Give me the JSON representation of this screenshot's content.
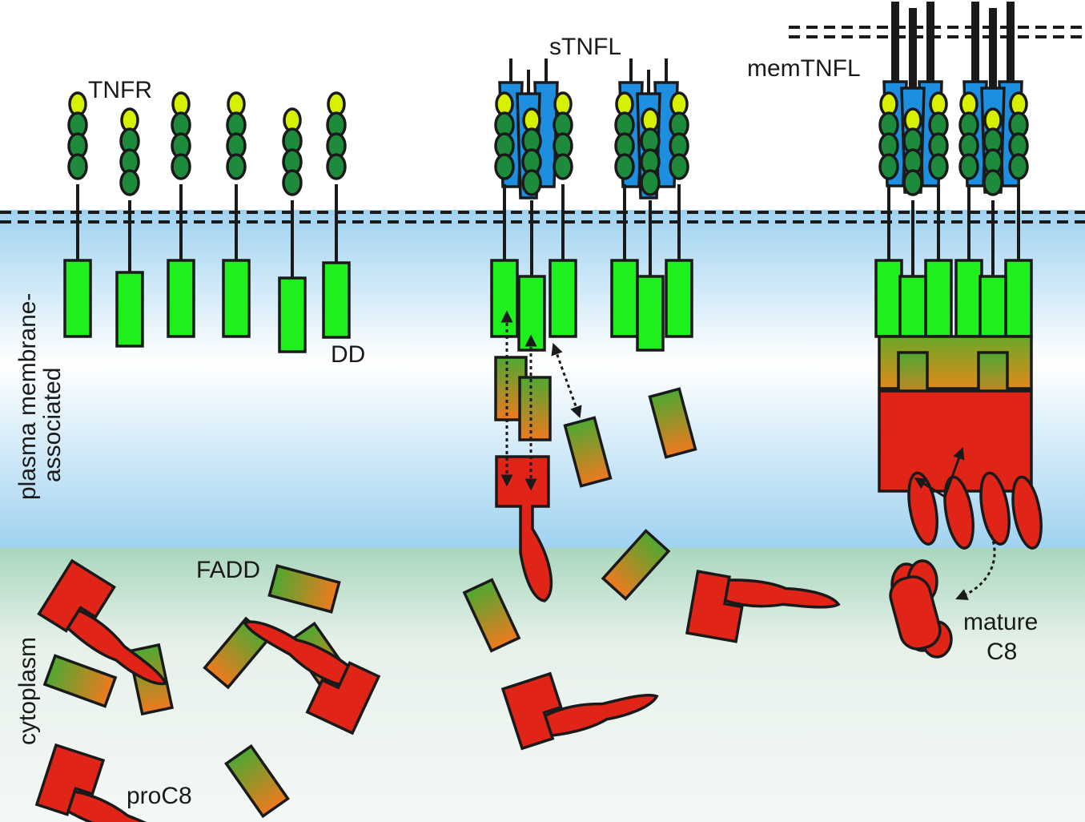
{
  "labels": {
    "tnfr": "TNFR",
    "stnfl": "sTNFL",
    "memtnfl": "memTNFL",
    "dd": "DD",
    "fadd": "FADD",
    "proc8": "proC8",
    "mature_line1": "mature",
    "mature_line2": "C8",
    "region_membrane_line1": "plasma membrane-",
    "region_membrane_line2": "associated",
    "region_cytoplasm": "cytoplasm"
  },
  "colors": {
    "outline": "#1a1a1a",
    "ecd_light": "#d6f000",
    "ecd_dark": "#1e8a3c",
    "death_domain": "#1ef01e",
    "ligand": "#1e8fe0",
    "fadd_top": "#5aa832",
    "fadd_bottom": "#e67820",
    "caspase": "#e02418",
    "membrane_zone": "#9fd2f0",
    "cytoplasm_zone": "#dcece4"
  }
}
